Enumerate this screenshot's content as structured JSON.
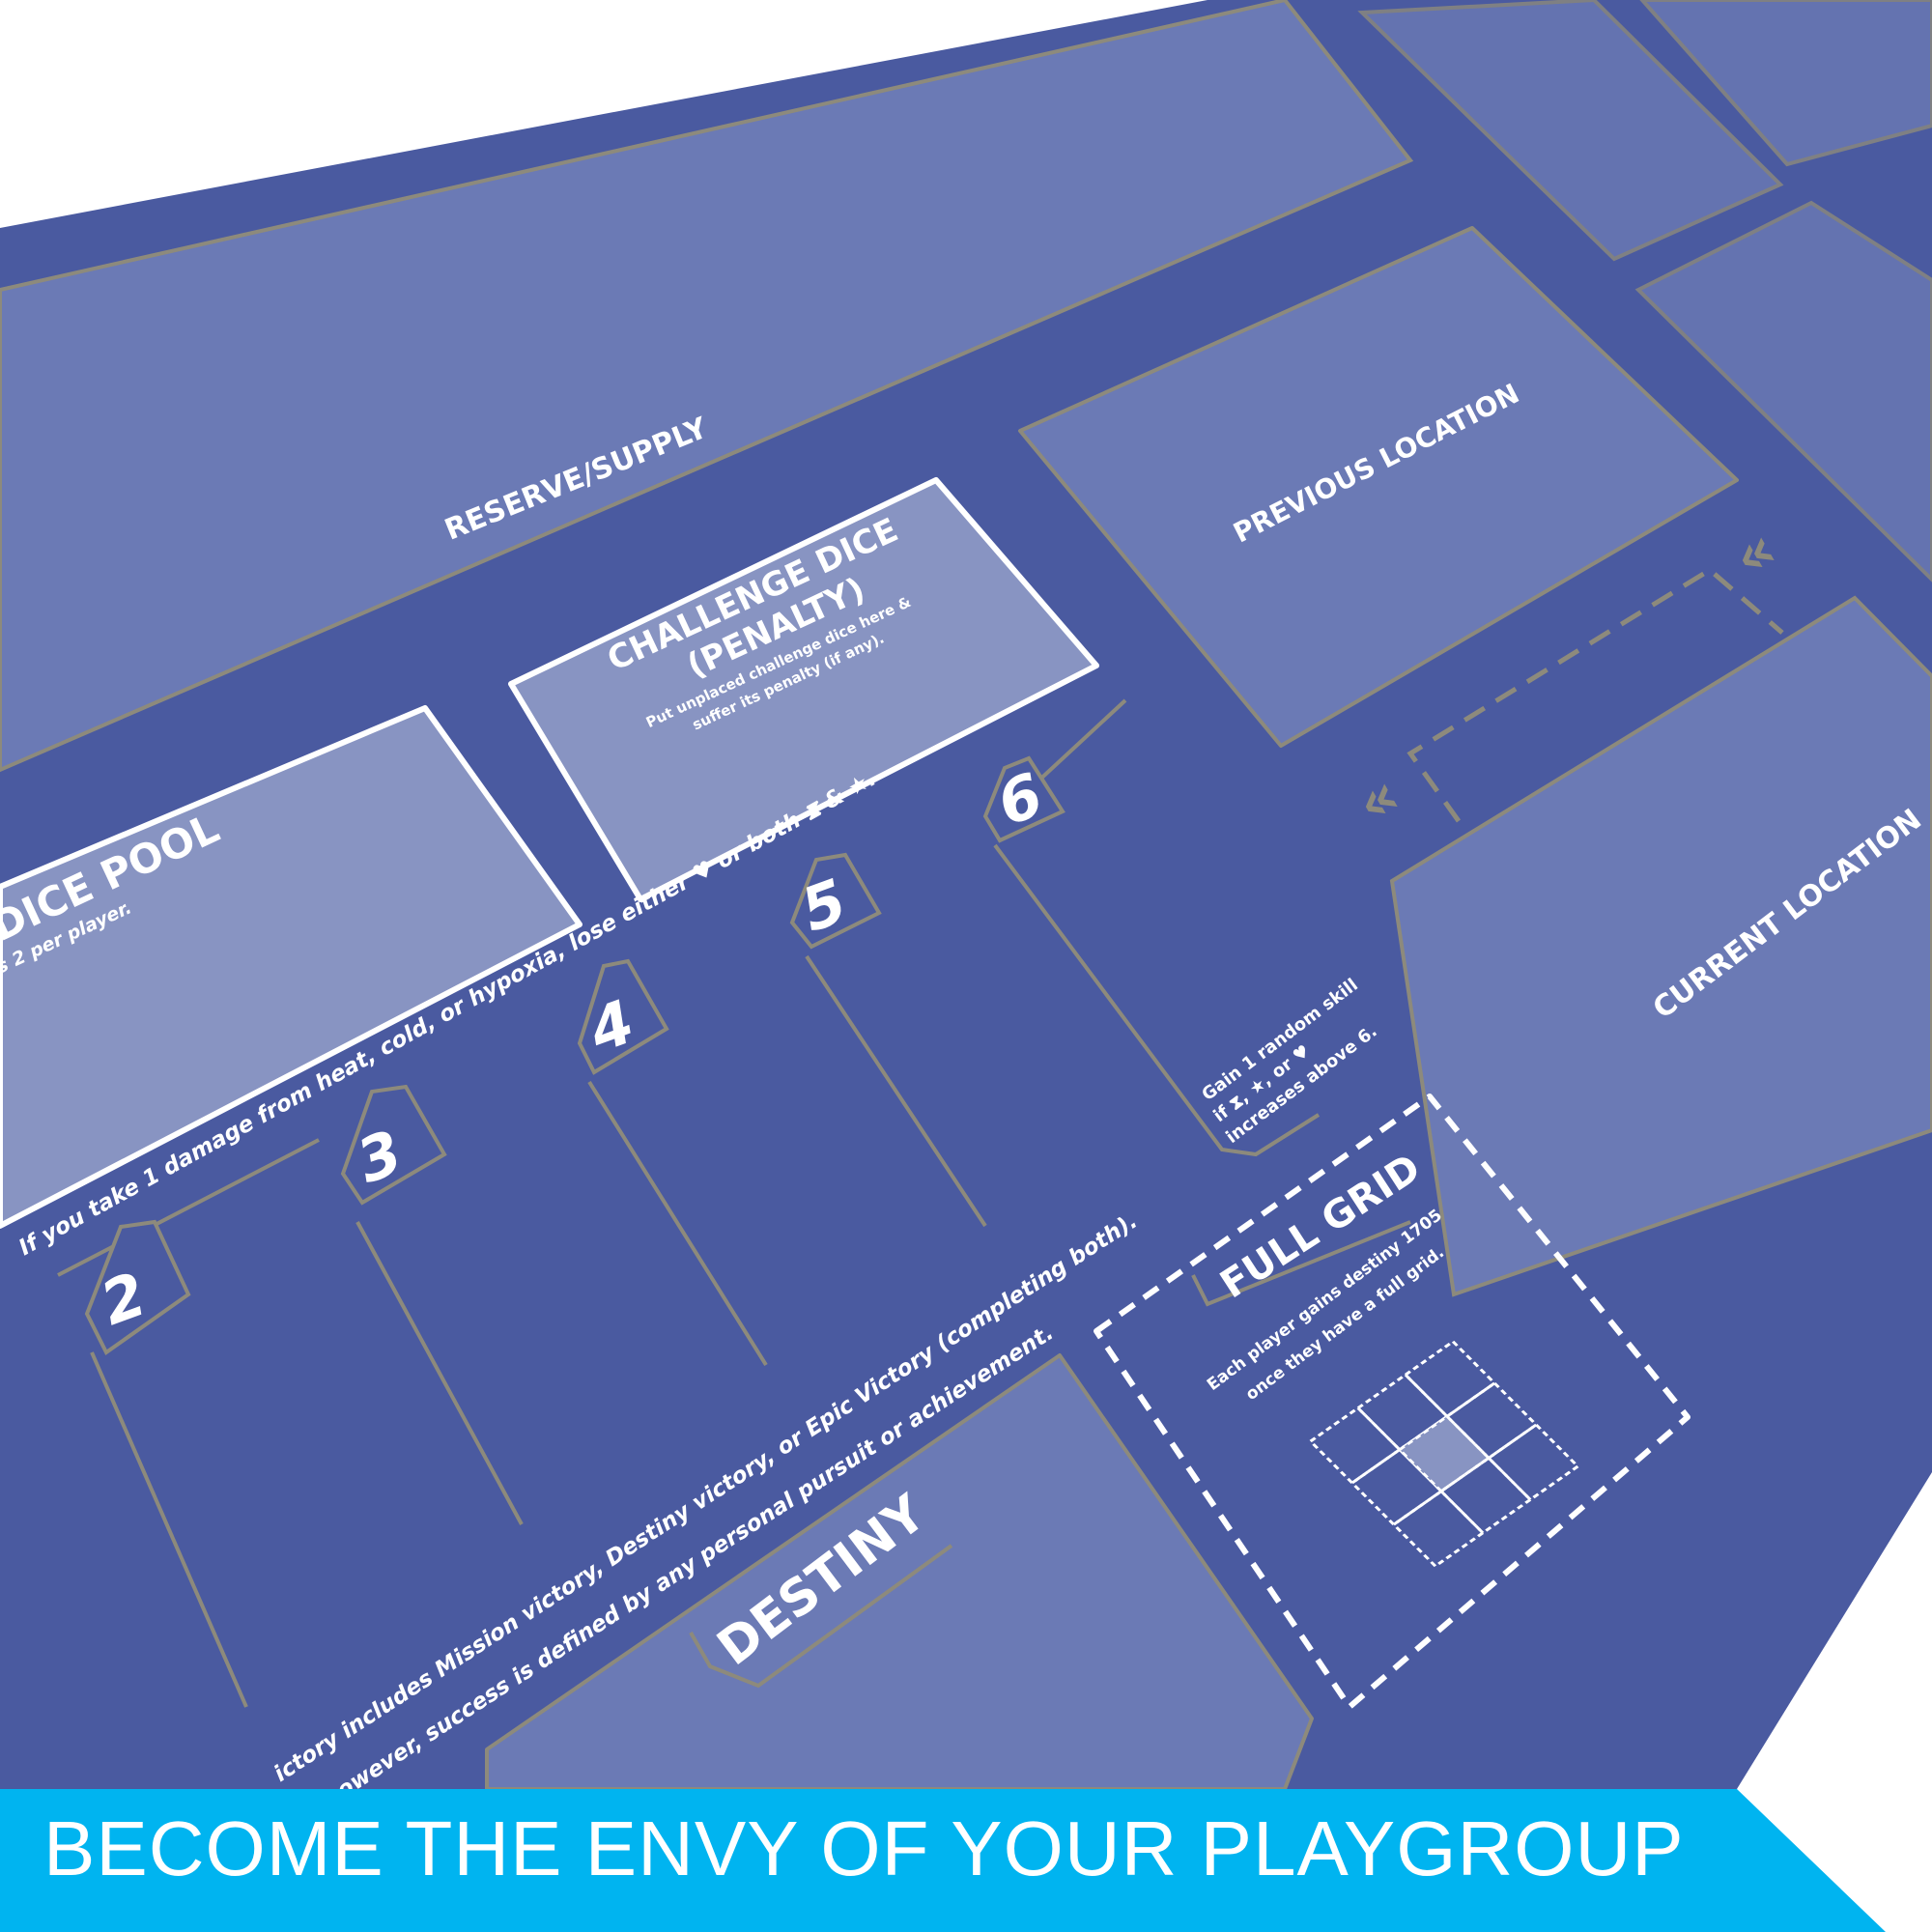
{
  "colors": {
    "mat": "#4a5aa0",
    "zone": "#6b7ab5",
    "zone_light": "#8894c2",
    "trim": "#8d8a7c",
    "banner": "#00b4f0"
  },
  "zones": {
    "reserve": "RESERVE/SUPPLY",
    "previous_location": "PREVIOUS LOCATION",
    "current_location": "CURRENT LOCATION",
    "challenge_title_1": "CHALLENGE DICE",
    "challenge_title_2": "(PENALTY)",
    "challenge_sub_1": "Put unplaced challenge dice here &",
    "challenge_sub_2": "suffer its penalty (if any).",
    "dice_pool_title": "DICE POOL",
    "dice_pool_sub": "s 2 per player.",
    "destiny": "DESTINY",
    "full_grid_title": "FULL GRID",
    "full_grid_sub_1": "Each player gains destiny 1705",
    "full_grid_sub_2": "once they have a full grid."
  },
  "track": {
    "numbers": [
      "2",
      "3",
      "4",
      "5",
      "6"
    ],
    "damage_rule": "If you take 1 damage from heat, cold, or hypoxia, lose either ♥ or both ⧗ & ★.",
    "skill_rule_1": "Gain 1 random skill",
    "skill_rule_2": "if ⧗, ★, or ♥",
    "skill_rule_3": "increases above 6."
  },
  "victory_1": "ictory includes Mission victory, Destiny victory, or Epic Victory (completing both).",
  "victory_2": "owever, success is defined by any personal pursuit or achievement.",
  "banner": "BECOME THE ENVY OF YOUR PLAYGROUP"
}
